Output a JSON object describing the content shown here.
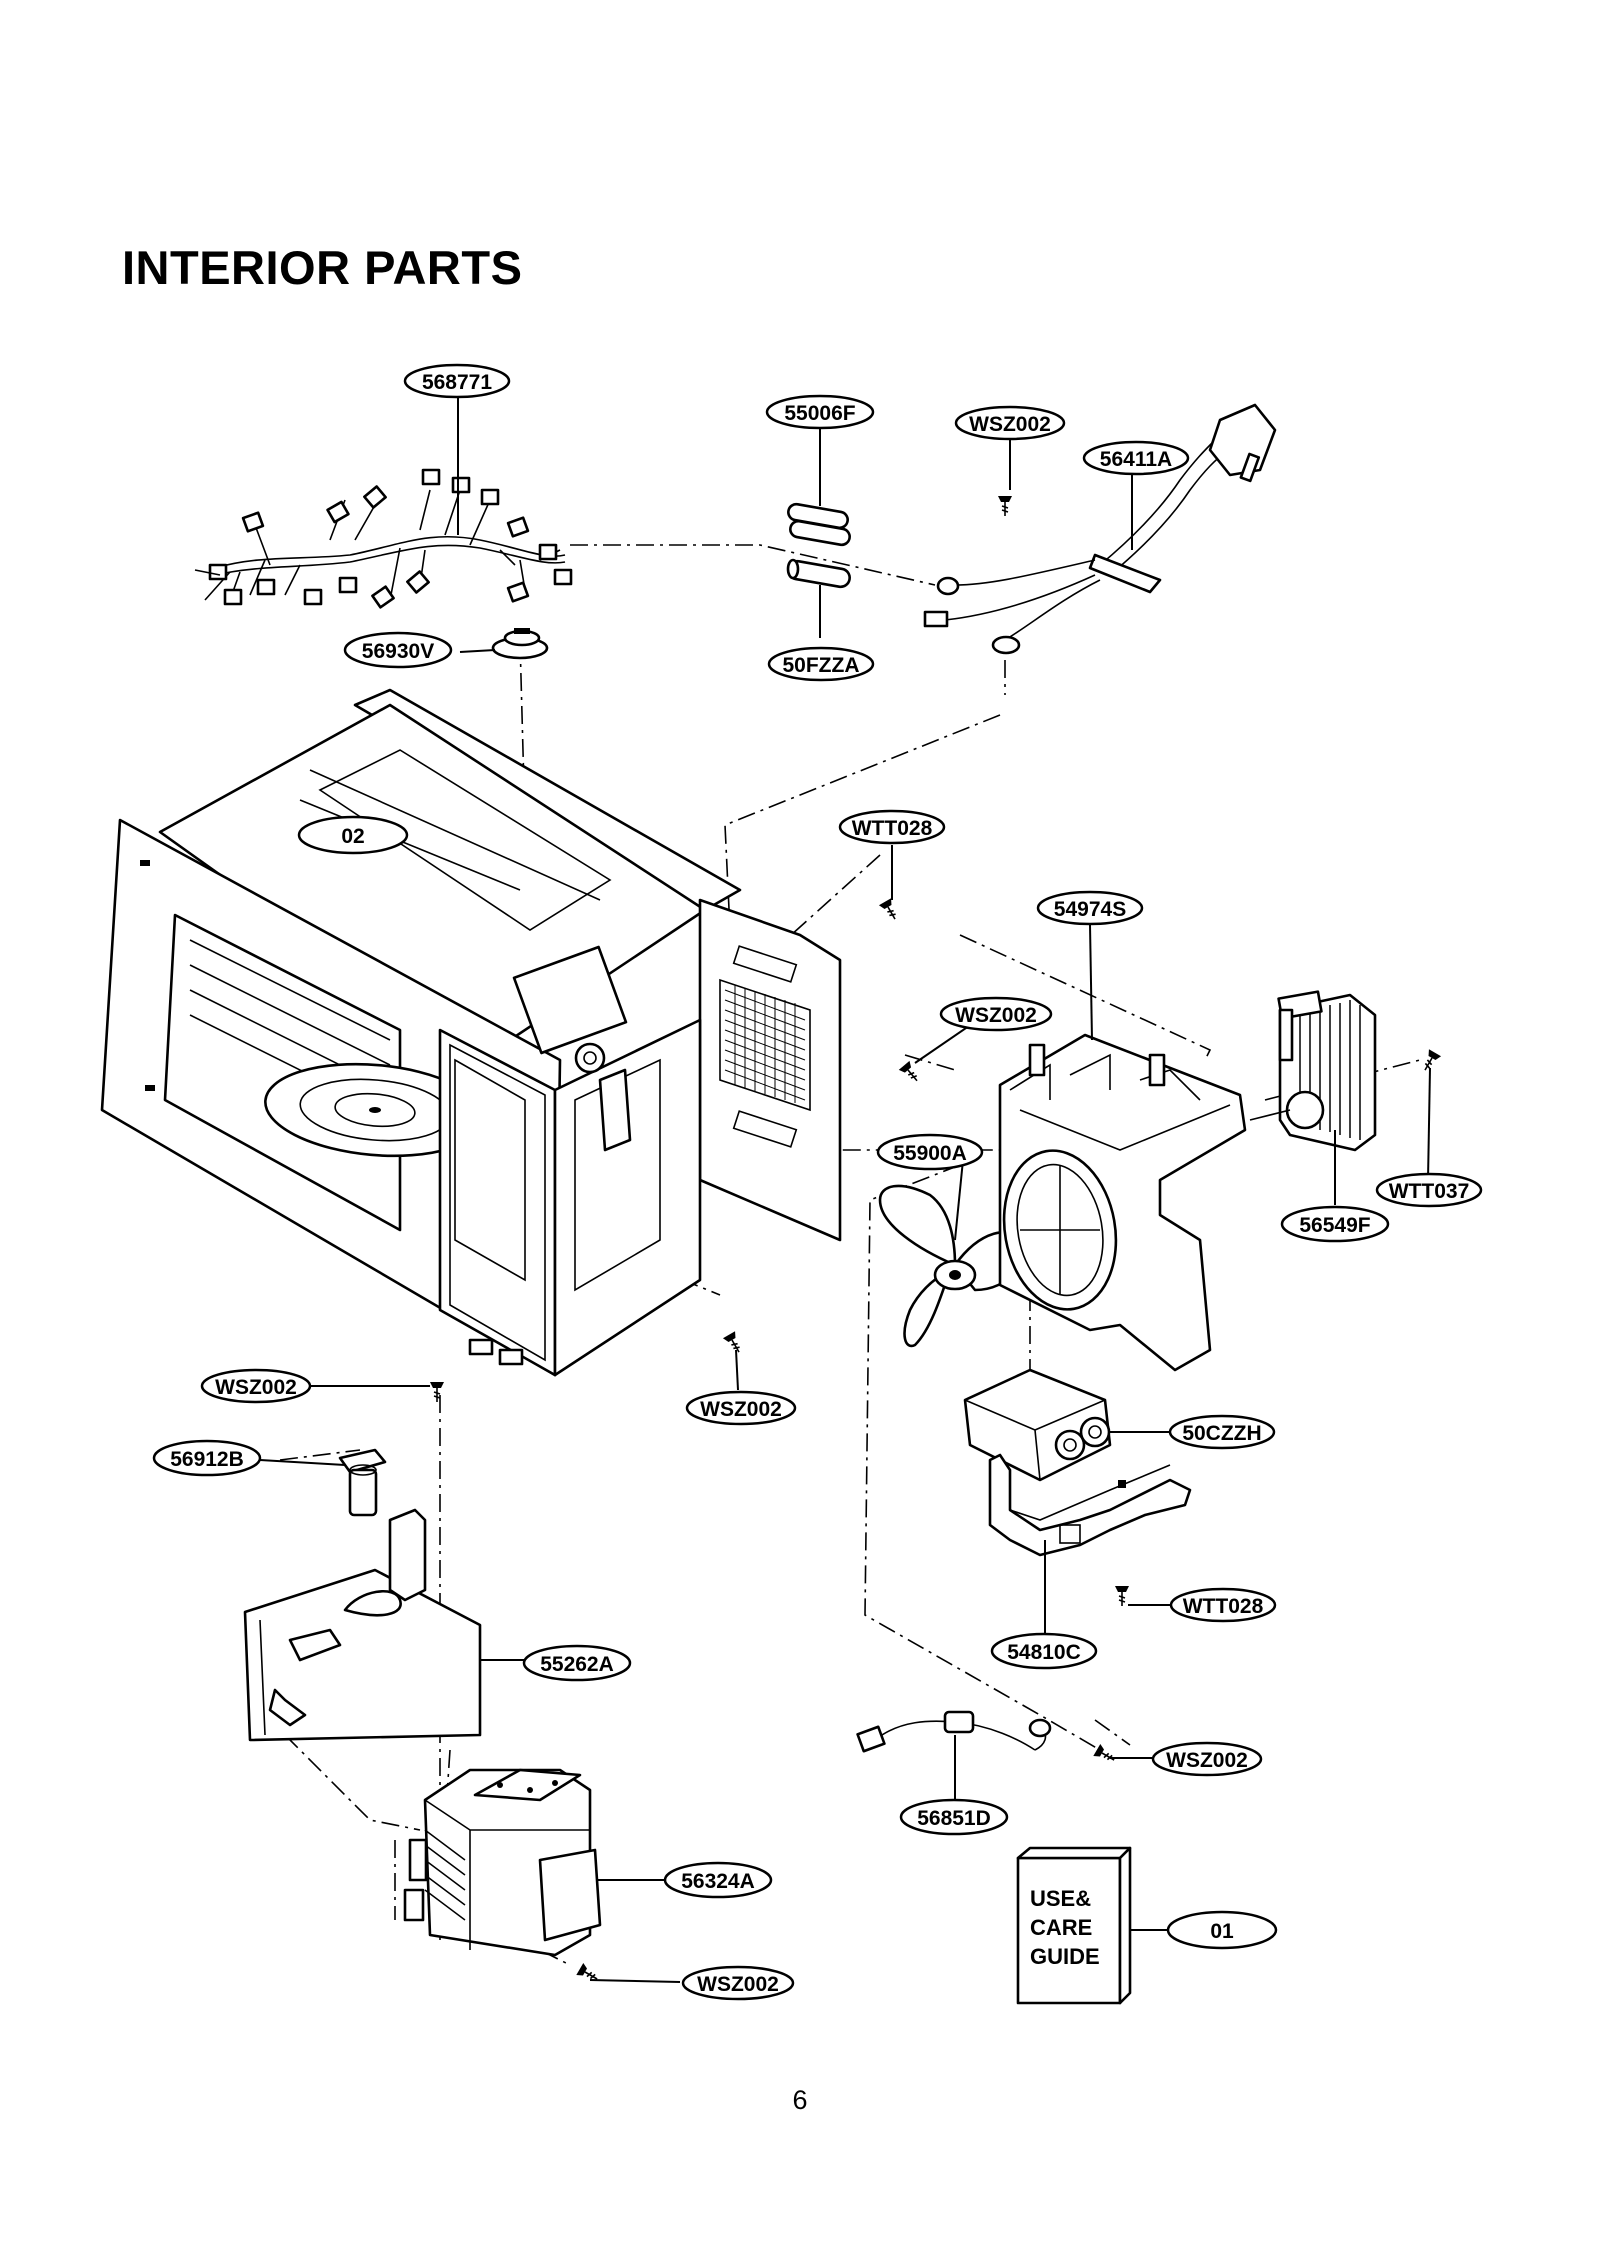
{
  "title": "INTERIOR PARTS",
  "page_number": "6",
  "labels": {
    "p568771": "568771",
    "p55006F": "55006F",
    "pWSZ002_top": "WSZ002",
    "p56411A": "56411A",
    "p56930V": "56930V",
    "p50FZZA": "50FZZA",
    "p02": "02",
    "pWTT028_a": "WTT028",
    "p54974S": "54974S",
    "pWSZ002_b": "WSZ002",
    "p55900A": "55900A",
    "pWTT037": "WTT037",
    "p56549F": "56549F",
    "pWSZ002_c": "WSZ002",
    "pWSZ002_d": "WSZ002",
    "p56912B": "56912B",
    "p50CZZH": "50CZZH",
    "pWTT028_b": "WTT028",
    "p54810C": "54810C",
    "p55262A": "55262A",
    "pWSZ002_e": "WSZ002",
    "p56851D": "56851D",
    "p56324A": "56324A",
    "pWSZ002_f": "WSZ002",
    "p01": "01"
  },
  "manual": {
    "line1": "USE&",
    "line2": "CARE",
    "line3": "GUIDE"
  }
}
